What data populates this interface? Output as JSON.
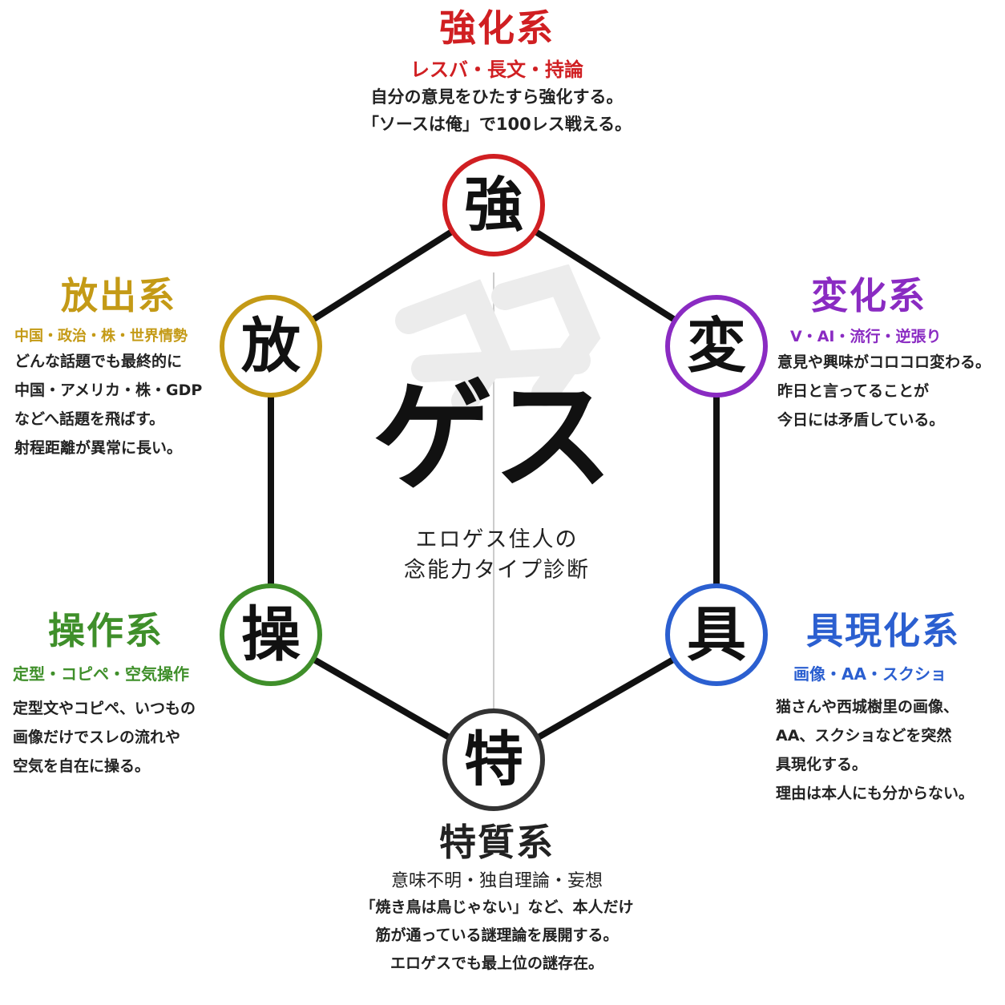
{
  "center": {
    "title": "ゲス",
    "subtitle_line1": "エロゲス住人の",
    "subtitle_line2": "念能力タイプ診断"
  },
  "types": {
    "kyouka": {
      "node": "強",
      "title": "強化系",
      "tags": "レスバ・長文・持論",
      "desc": [
        "自分の意見をひたすら強化する。",
        "「ソースは俺」で100レス戦える。"
      ],
      "color": "#d01f22"
    },
    "houshutsu": {
      "node": "放",
      "title": "放出系",
      "tags": "中国・政治・株・世界情勢",
      "desc": [
        "どんな話題でも最終的に",
        "中国・アメリカ・株・GDP",
        "などへ話題を飛ばす。",
        "射程距離が異常に長い。"
      ],
      "color": "#c49a16"
    },
    "henka": {
      "node": "変",
      "title": "変化系",
      "tags": "V・AI・流行・逆張り",
      "desc": [
        "意見や興味がコロコロ変わる。",
        "昨日と言ってることが",
        "今日には矛盾している。"
      ],
      "color": "#8a2bc2"
    },
    "sousa": {
      "node": "操",
      "title": "操作系",
      "tags": "定型・コピペ・空気操作",
      "desc": [
        "定型文やコピペ、いつもの",
        "画像だけでスレの流れや",
        "空気を自在に操る。"
      ],
      "color": "#3f8f2a"
    },
    "gugenka": {
      "node": "具",
      "title": "具現化系",
      "tags": "画像・AA・スクショ",
      "desc": [
        "猫さんや西城樹里の画像、",
        "AA、スクショなどを突然",
        "具現化する。",
        "理由は本人にも分からない。"
      ],
      "color": "#2b5fd0"
    },
    "tokushitsu": {
      "node": "特",
      "title": "特質系",
      "tags": "意味不明・独自理論・妄想",
      "desc": [
        "「焼き鳥は鳥じゃない」など、本人だけ",
        "筋が通っている謎理論を展開する。",
        "エロゲスでも最上位の謎存在。"
      ],
      "color": "#222222"
    }
  }
}
